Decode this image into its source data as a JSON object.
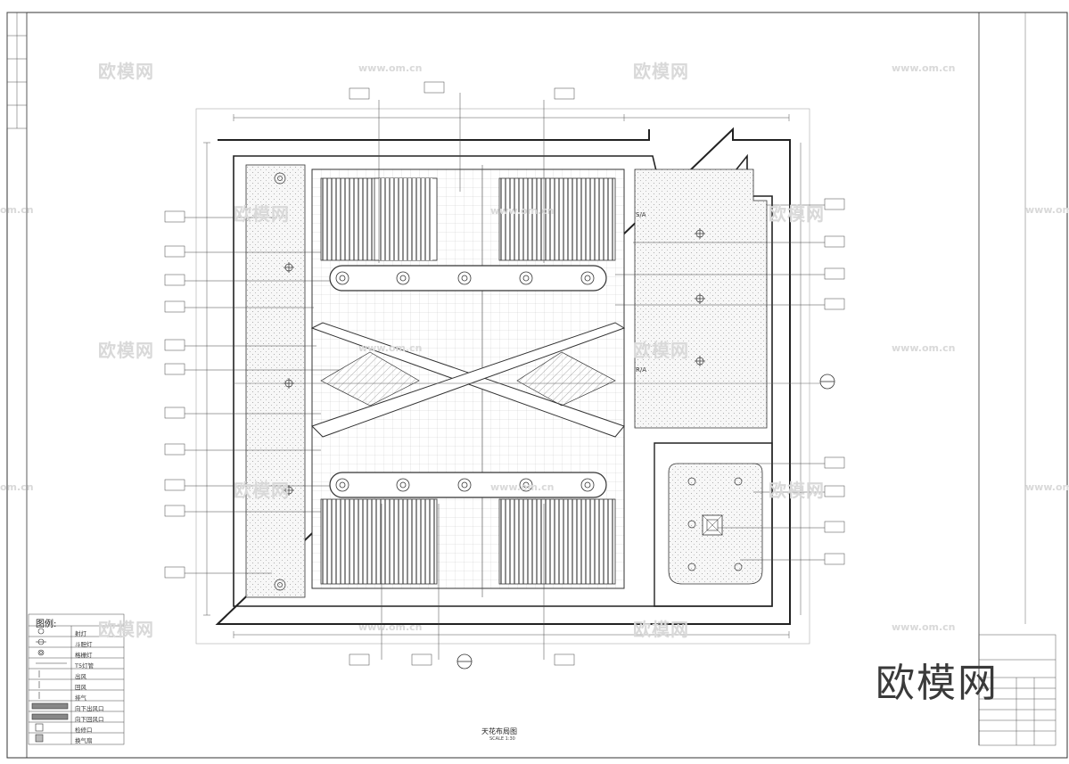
{
  "watermarks": {
    "brand": "欧模网",
    "url": "www.om.cn",
    "url_partial": "om.cn"
  },
  "plan": {
    "title": "天花布局图",
    "scale": "SCALE 1:30",
    "annotation_sa": "S/A",
    "annotation_ra": "R/A"
  },
  "legend": {
    "heading": "图例:",
    "items": [
      {
        "label": "射灯"
      },
      {
        "label": "斗胆灯"
      },
      {
        "label": "格栅灯"
      },
      {
        "label": "T5灯管"
      },
      {
        "label": "出风"
      },
      {
        "label": "回风"
      },
      {
        "label": "排气"
      },
      {
        "label": "向下出风口"
      },
      {
        "label": "向下回风口"
      },
      {
        "label": "检修口"
      },
      {
        "label": "换气扇"
      }
    ]
  },
  "title_block": {
    "logo": "欧模网"
  },
  "colors": {
    "line": "#3a3a3a",
    "watermark": "#d9d9d9",
    "fill_grey": "#eeeeee"
  }
}
